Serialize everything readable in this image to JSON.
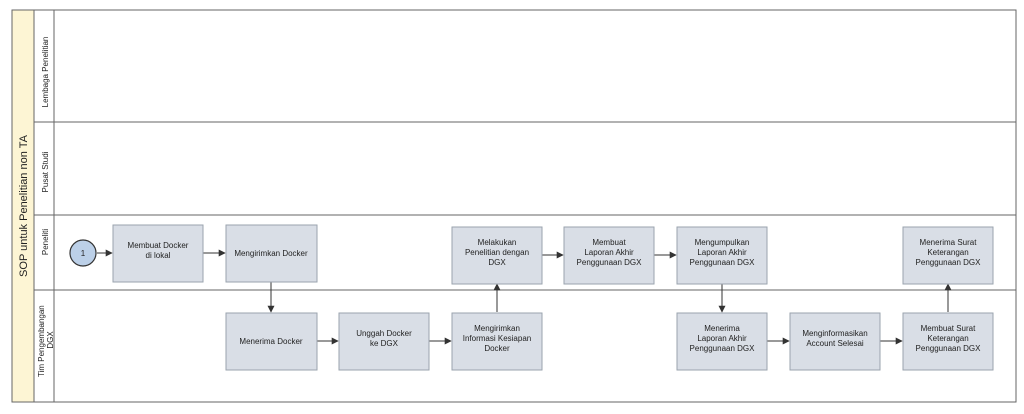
{
  "pool": {
    "title": "SOP untuk Penelitian non TA",
    "colors": {
      "pool_header": "#fdf5d4",
      "box_fill": "#d9dee6",
      "box_stroke": "#9aa3ae",
      "start_fill": "#bcd0e8",
      "line": "#333333"
    }
  },
  "lanes": [
    {
      "id": "lembaga",
      "name": "Lembaga Penelitian"
    },
    {
      "id": "pusat",
      "name": "Pusat Studi"
    },
    {
      "id": "peneliti",
      "name": "Peneliti"
    },
    {
      "id": "tim",
      "name_lines": [
        "Tim Pengembangan",
        "DGX"
      ]
    }
  ],
  "start_event": {
    "label": "1"
  },
  "tasks": [
    {
      "id": "t1",
      "lines": [
        "Membuat Docker",
        "di lokal"
      ]
    },
    {
      "id": "t2",
      "lines": [
        "Mengirimkan Docker"
      ]
    },
    {
      "id": "t3",
      "lines": [
        "Menerima Docker"
      ]
    },
    {
      "id": "t4",
      "lines": [
        "Unggah Docker",
        "ke DGX"
      ]
    },
    {
      "id": "t5",
      "lines": [
        "Mengirimkan",
        "Informasi Kesiapan",
        "Docker"
      ]
    },
    {
      "id": "t6",
      "lines": [
        "Melakukan",
        "Penelitian dengan",
        "DGX"
      ]
    },
    {
      "id": "t7",
      "lines": [
        "Membuat",
        "Laporan Akhir",
        "Penggunaan DGX"
      ]
    },
    {
      "id": "t8",
      "lines": [
        "Mengumpulkan",
        "Laporan Akhir",
        "Penggunaan DGX"
      ]
    },
    {
      "id": "t9",
      "lines": [
        "Menerima",
        "Laporan Akhir",
        "Penggunaan DGX"
      ]
    },
    {
      "id": "t10",
      "lines": [
        "Menginformasikan",
        "Account Selesai"
      ]
    },
    {
      "id": "t11",
      "lines": [
        "Membuat Surat",
        "Keterangan",
        "Penggunaan DGX"
      ]
    },
    {
      "id": "t12",
      "lines": [
        "Menerima Surat",
        "Keterangan",
        "Penggunaan DGX"
      ]
    }
  ],
  "flows": [
    [
      "start",
      "t1"
    ],
    [
      "t1",
      "t2"
    ],
    [
      "t2",
      "t3"
    ],
    [
      "t3",
      "t4"
    ],
    [
      "t4",
      "t5"
    ],
    [
      "t5",
      "t6"
    ],
    [
      "t6",
      "t7"
    ],
    [
      "t7",
      "t8"
    ],
    [
      "t8",
      "t9"
    ],
    [
      "t9",
      "t10"
    ],
    [
      "t10",
      "t11"
    ],
    [
      "t11",
      "t12"
    ]
  ]
}
